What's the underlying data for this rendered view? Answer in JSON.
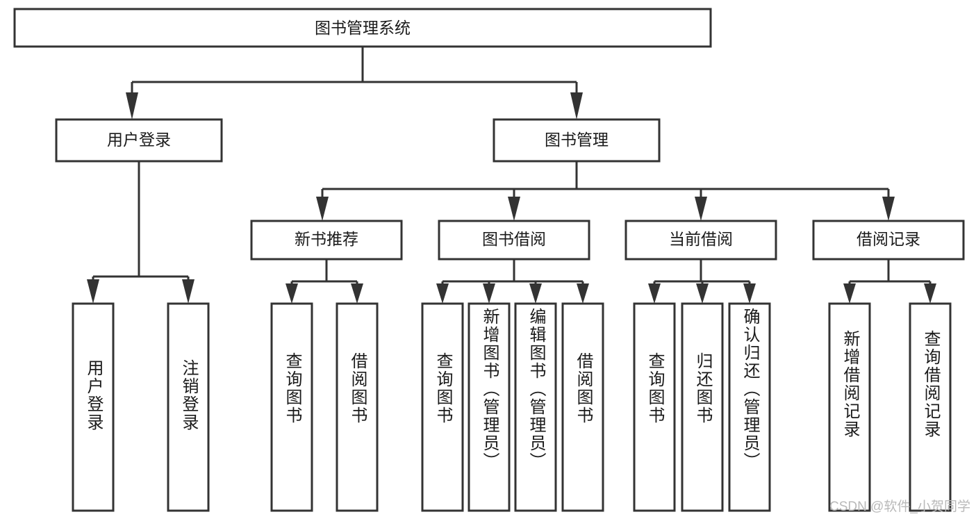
{
  "diagram": {
    "type": "tree-hierarchy",
    "title_node": {
      "label": "图书管理系统"
    },
    "level2": [
      {
        "id": "user-login",
        "label": "用户登录"
      },
      {
        "id": "book-management",
        "label": "图书管理"
      }
    ],
    "level3": [
      {
        "id": "new-book-recommend",
        "label": "新书推荐"
      },
      {
        "id": "book-borrow",
        "label": "图书借阅"
      },
      {
        "id": "current-borrow",
        "label": "当前借阅"
      },
      {
        "id": "borrow-record",
        "label": "借阅记录"
      }
    ],
    "leaves": [
      {
        "id": "leaf-user-login",
        "label": "用户登录",
        "parent": "user-login"
      },
      {
        "id": "leaf-logout-login",
        "label": "注销登录",
        "parent": "user-login"
      },
      {
        "id": "leaf-query-book-1",
        "label": "查询图书",
        "parent": "new-book-recommend"
      },
      {
        "id": "leaf-borrow-book-1",
        "label": "借阅图书",
        "parent": "new-book-recommend"
      },
      {
        "id": "leaf-query-book-2",
        "label": "查询图书",
        "parent": "book-borrow"
      },
      {
        "id": "leaf-add-book",
        "label": "新增图书（管理员）",
        "parent": "book-borrow"
      },
      {
        "id": "leaf-edit-book",
        "label": "编辑图书（管理员）",
        "parent": "book-borrow"
      },
      {
        "id": "leaf-borrow-book-2",
        "label": "借阅图书",
        "parent": "book-borrow"
      },
      {
        "id": "leaf-query-book-3",
        "label": "查询图书",
        "parent": "current-borrow"
      },
      {
        "id": "leaf-return-book",
        "label": "归还图书",
        "parent": "current-borrow"
      },
      {
        "id": "leaf-confirm-return",
        "label": "确认归还（管理员）",
        "parent": "current-borrow"
      },
      {
        "id": "leaf-add-record",
        "label": "新增借阅记录",
        "parent": "borrow-record"
      },
      {
        "id": "leaf-query-record",
        "label": "查询借阅记录",
        "parent": "borrow-record"
      }
    ],
    "colors": {
      "box_stroke": "#333333",
      "box_fill": "#ffffff",
      "text": "#1a1a1a",
      "background": "#ffffff",
      "watermark": "#b9b9b9"
    }
  },
  "watermark": {
    "text": "CSDN @软件_小贺同学"
  }
}
